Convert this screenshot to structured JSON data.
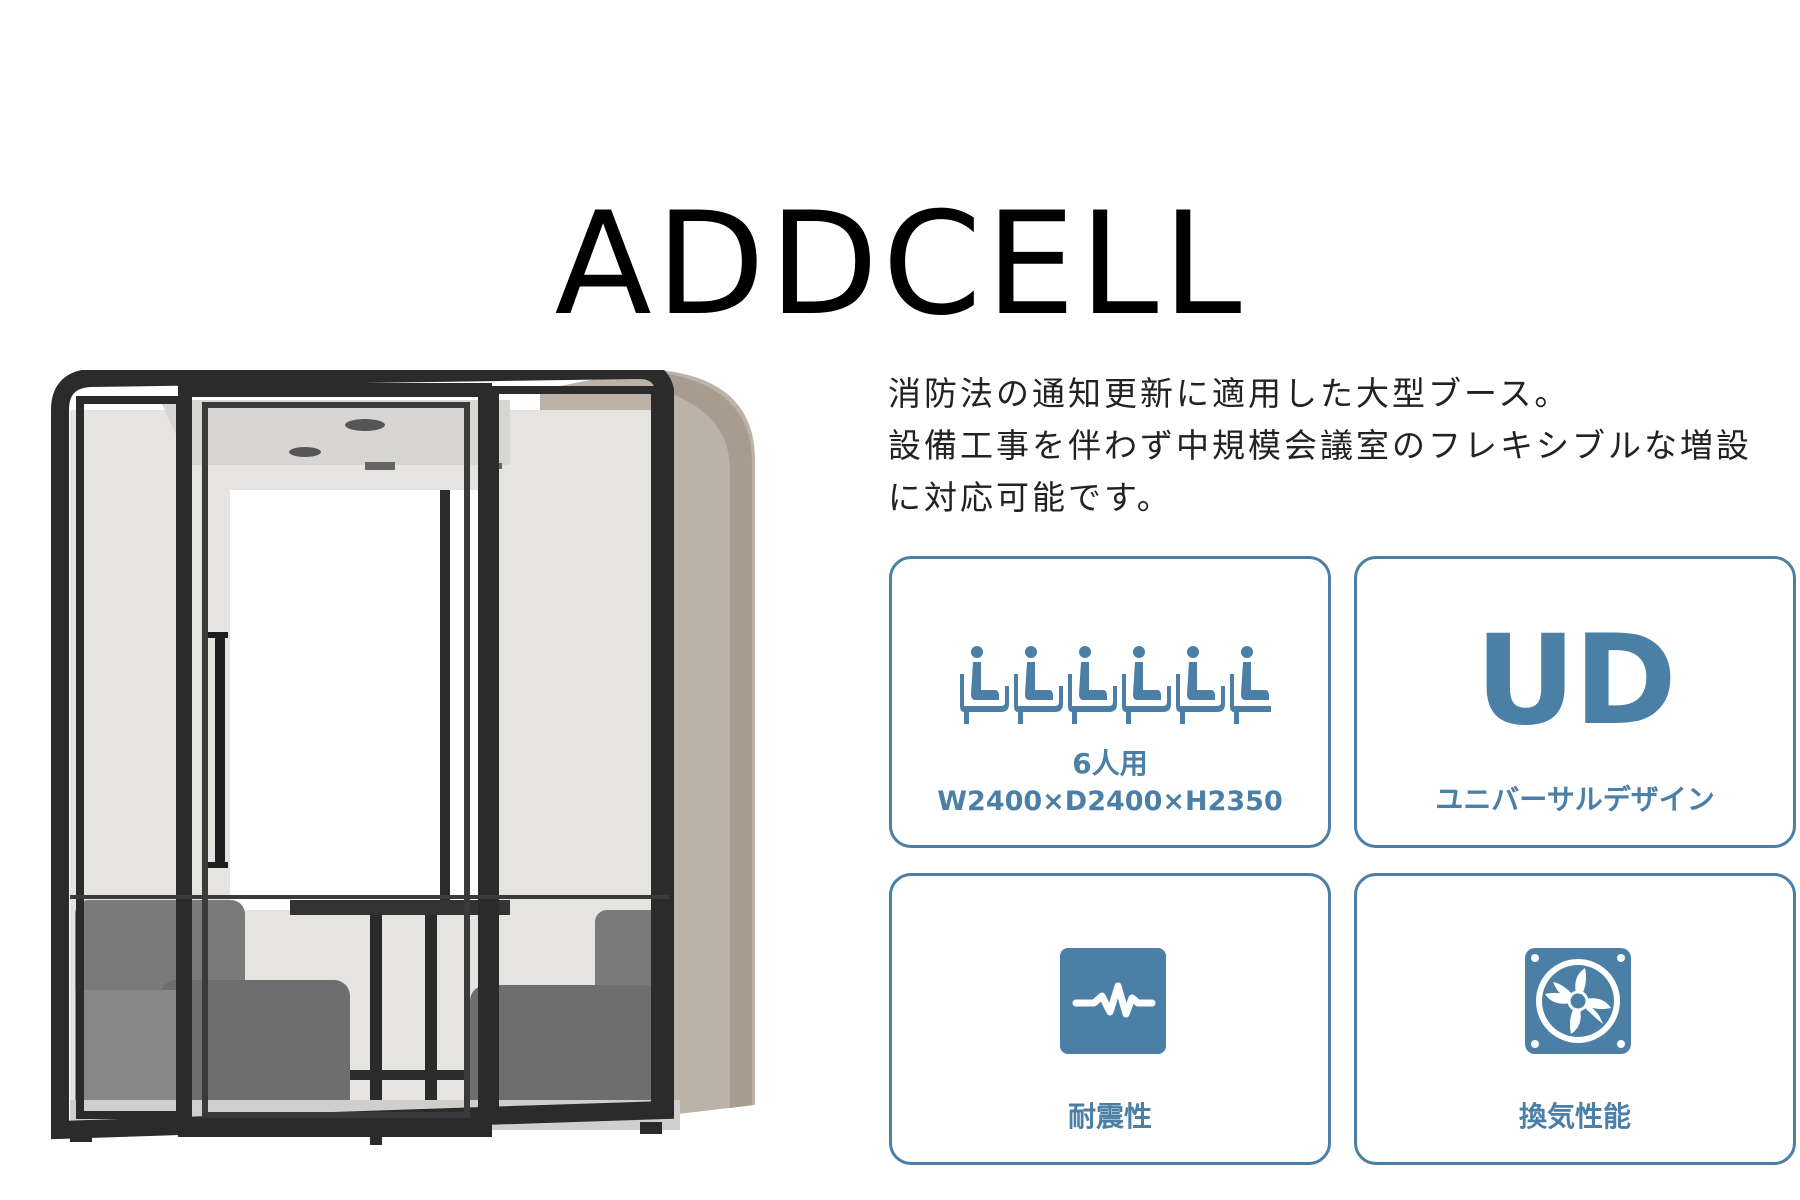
{
  "header": {
    "brand": "ADDCELL"
  },
  "description": {
    "lines": [
      "消防法の通知更新に適用した大型ブース。",
      "設備工事を伴わず中規模会議室のフレキシブルな増設",
      "に対応可能です。"
    ]
  },
  "features": [
    {
      "icon": "seated-person-icon",
      "icon_count": 6,
      "caption_lines": [
        "6人用",
        "W2400×D2400×H2350"
      ]
    },
    {
      "mark": "UD",
      "caption_lines": [
        "ユニバーサルデザイン"
      ]
    },
    {
      "icon": "seismic-wave-icon",
      "caption_lines": [
        "耐震性"
      ]
    },
    {
      "icon": "ventilation-fan-icon",
      "caption_lines": [
        "換気性能"
      ]
    }
  ],
  "colors": {
    "accent": "#4b7fa6",
    "text": "#222222",
    "frame": "#2b2b2b",
    "booth_shell": "#bdb2a8",
    "seat": "#7a7a7a"
  }
}
